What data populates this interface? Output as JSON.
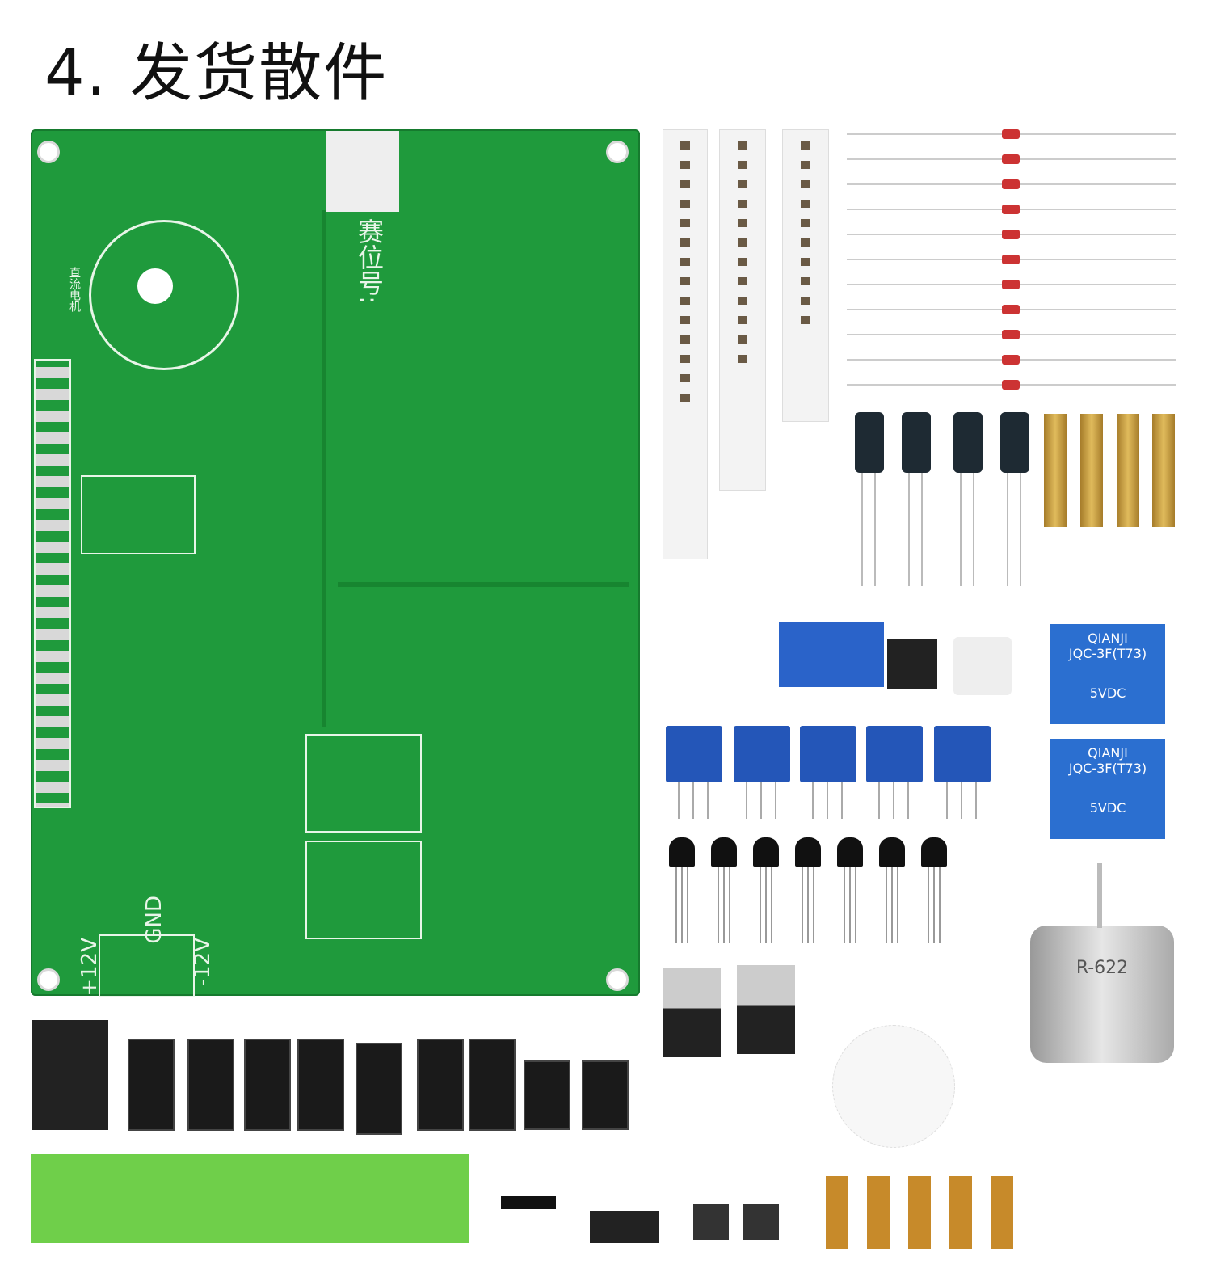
{
  "title": "4. 发货散件",
  "pcb": {
    "seat_label": "赛位号:",
    "power_labels": [
      "+12V",
      "GND",
      "-12V"
    ],
    "motor_label": "直流电机"
  },
  "relay": {
    "brand": "QIANJI",
    "model": "JQC-3F(T73)",
    "rating": "5VDC"
  },
  "motor_text": "R-622",
  "colors": {
    "pcb": "#1f9a3c",
    "relay": "#2b6fd0",
    "terminal": "#6fcf4a"
  }
}
